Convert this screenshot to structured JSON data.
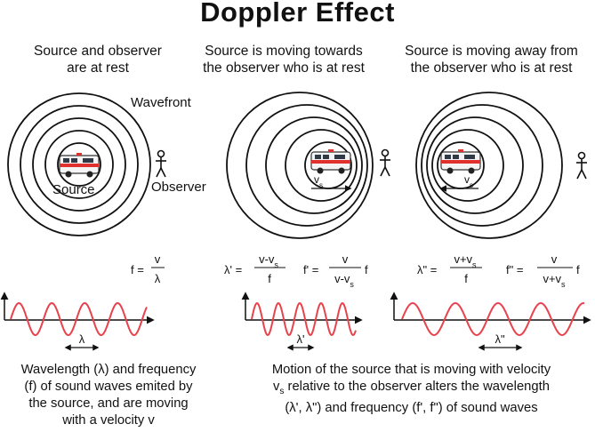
{
  "title": "Doppler Effect",
  "panels": [
    {
      "caption_line1": "Source and observer",
      "caption_line2": "are at rest",
      "wavefront_label": "Wavefront",
      "source_label": "Source",
      "observer_label": "Observer"
    },
    {
      "caption_line1": "Source is moving towards",
      "caption_line2": "the observer who is at rest",
      "velocity_label": "v",
      "velocity_sub": "s"
    },
    {
      "caption_line1": "Source is moving away from",
      "caption_line2": "the observer who is at rest",
      "velocity_label": "v",
      "velocity_sub": "s"
    }
  ],
  "formulas": {
    "rest": {
      "lhs": "f =",
      "num": "v",
      "den": "λ"
    },
    "towards_wavelength": {
      "lhs": "λ' =",
      "num": "v-v",
      "num_sub": "s",
      "den": "f"
    },
    "towards_frequency": {
      "lhs": "f' =",
      "num": "v",
      "den": "v-v",
      "den_sub": "s",
      "tail": "f"
    },
    "away_wavelength": {
      "lhs": "λ\" =",
      "num": "v+v",
      "num_sub": "s",
      "den": "f"
    },
    "away_frequency": {
      "lhs": "f\" =",
      "num": "v",
      "den": "v+v",
      "den_sub": "s",
      "tail": "f"
    }
  },
  "wave_labels": {
    "rest": "λ",
    "towards": "λ'",
    "away": "λ\""
  },
  "bottom_left": {
    "line1": "Wavelength (λ) and frequency",
    "line2": "(f) of sound waves emited by",
    "line3": "the source, and are moving",
    "line4": "with a velocity v"
  },
  "bottom_right": {
    "line1": "Motion of the source that is moving with velocity",
    "line2_v": "v",
    "line2_sub": "s",
    "line2_rest": " relative to the observer alters the wavelength",
    "line3": "(λ', λ\") and frequency (f', f\") of sound waves"
  },
  "colors": {
    "wave": "#e8424d",
    "ink": "#111111",
    "van_stripe": "#e0312f",
    "van_window": "#2f3a46"
  }
}
